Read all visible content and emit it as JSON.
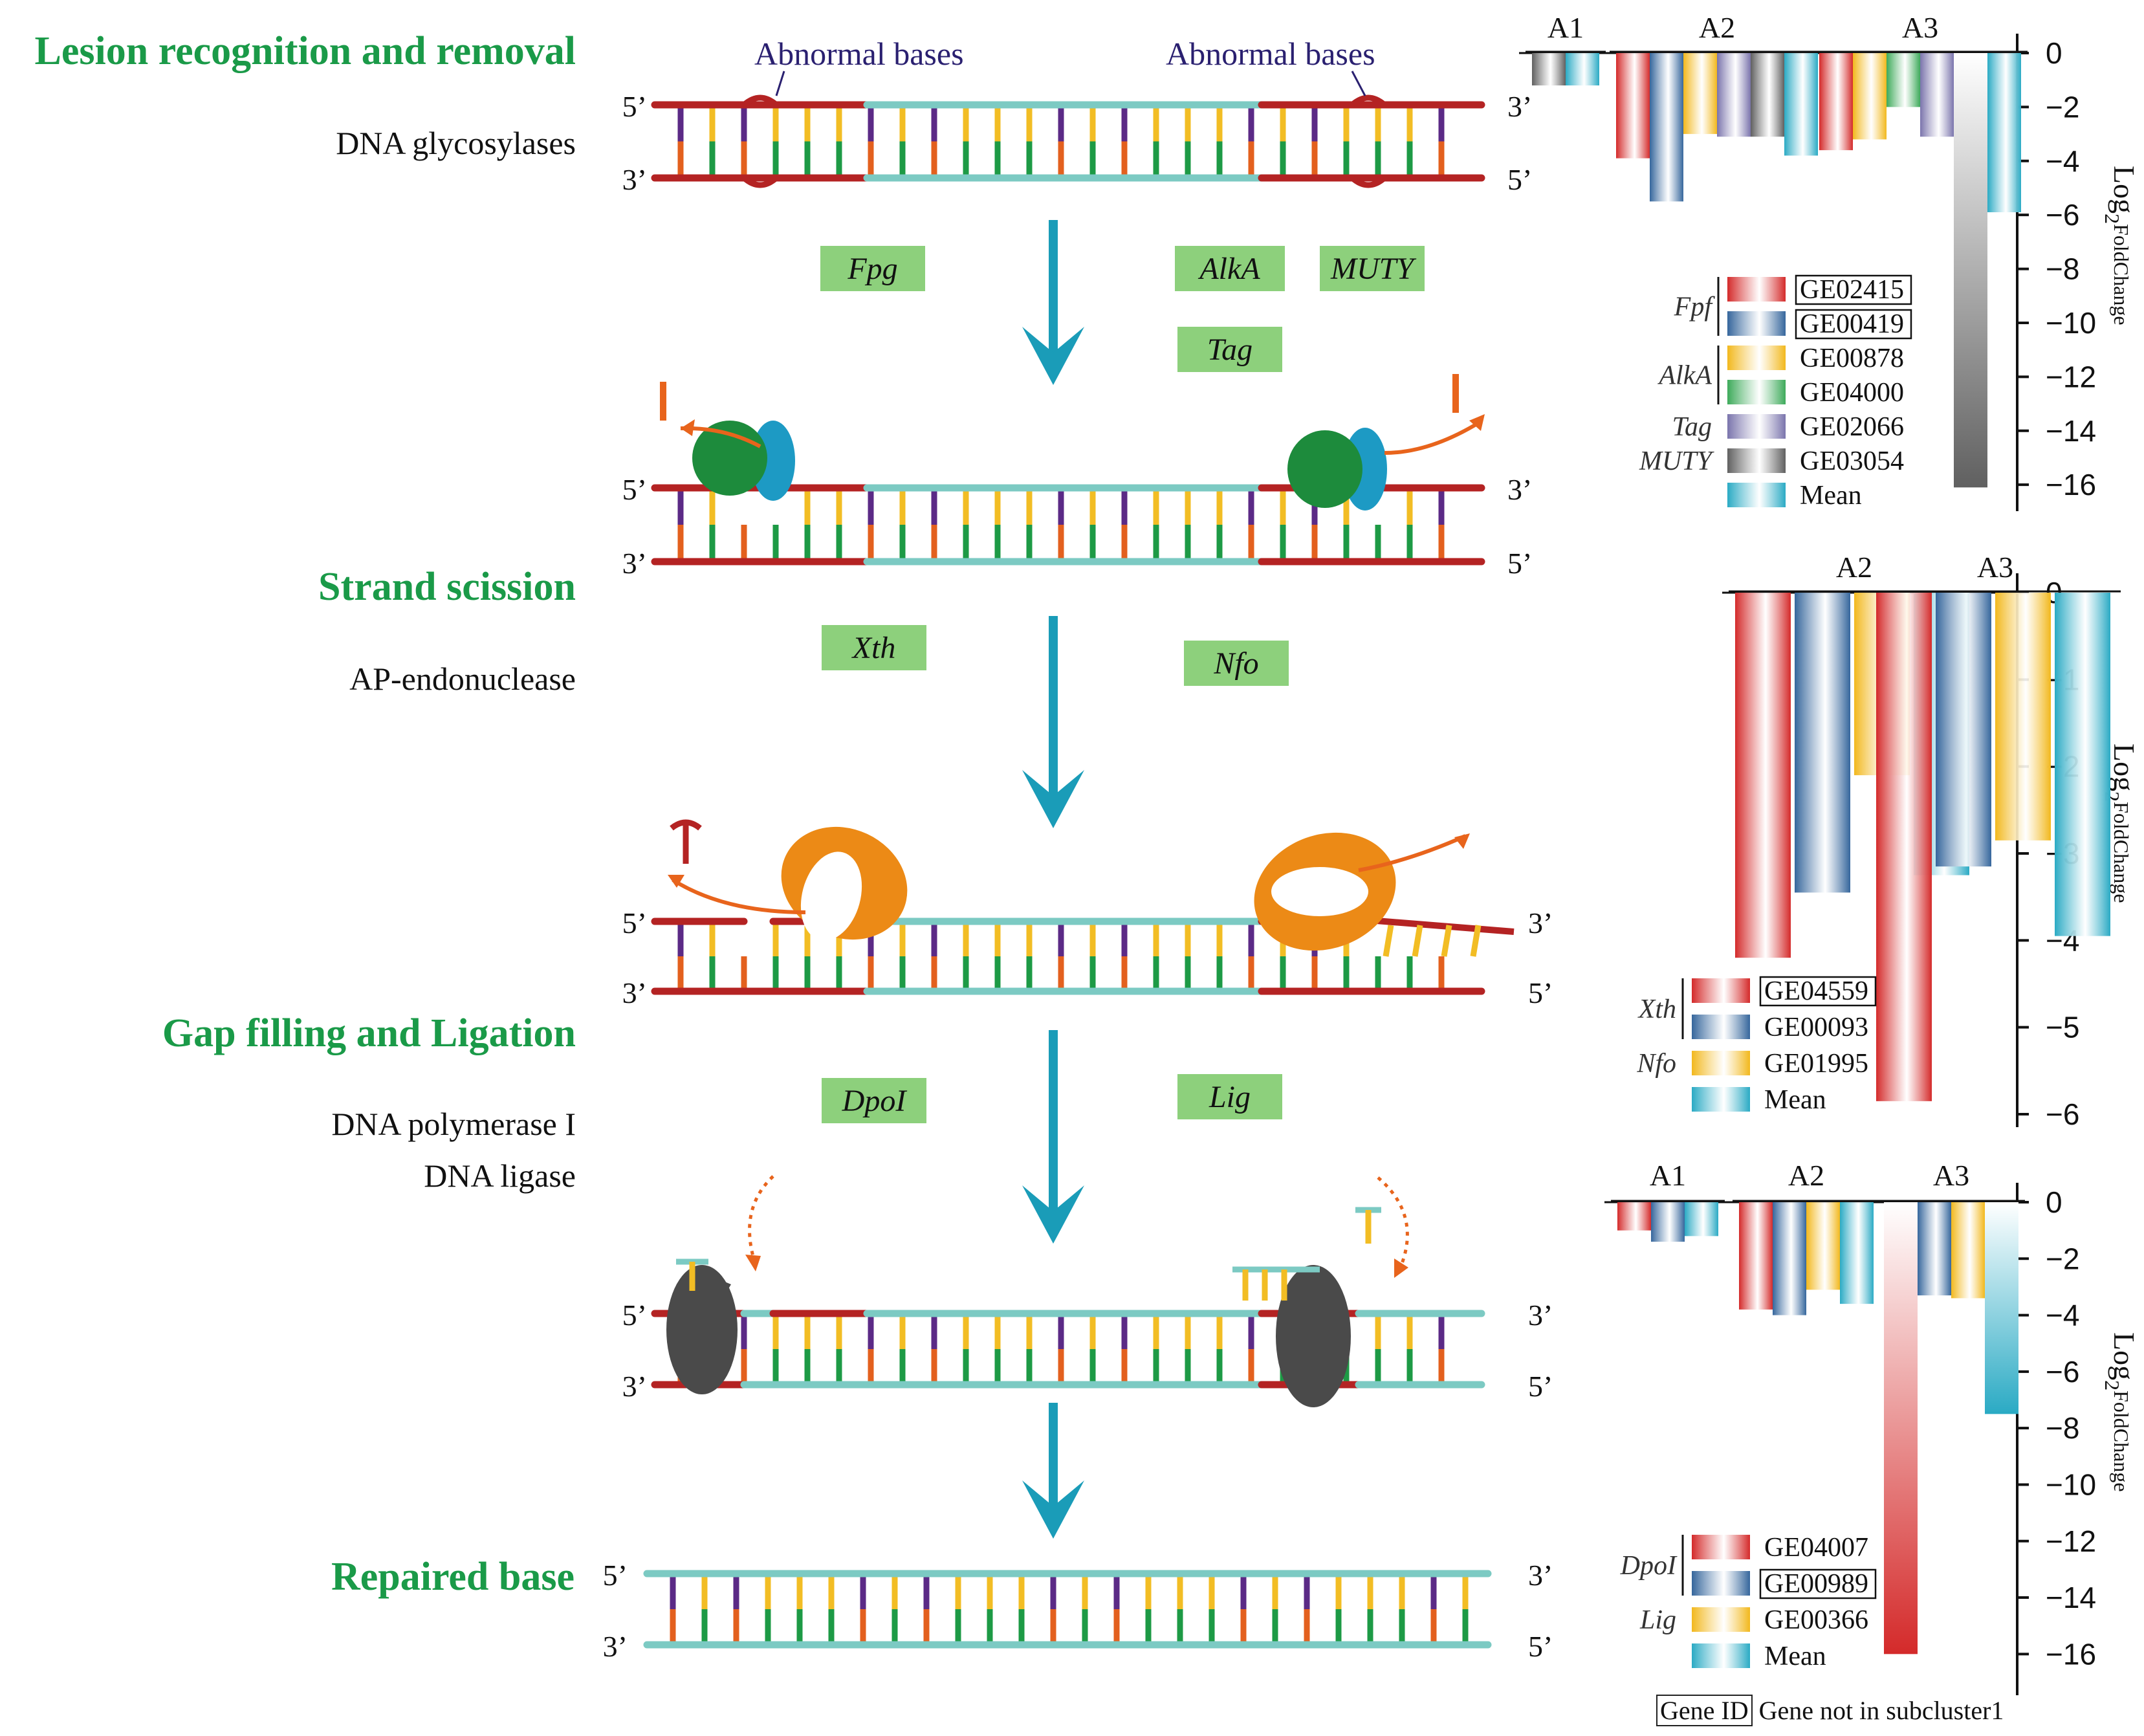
{
  "left_panel": {
    "steps": [
      {
        "title": "Lesion recognition and removal",
        "enzyme": "DNA glycosylases"
      },
      {
        "title": "Strand scission",
        "enzyme": "AP-endonuclease"
      },
      {
        "title": "Gap filling and Ligation",
        "enzyme_1": "DNA polymerase I",
        "enzyme_2": "DNA ligase"
      },
      {
        "title": "Repaired base"
      }
    ],
    "gene_boxes": [
      "Fpg",
      "AlkA",
      "MUTY",
      "Tag",
      "Xth",
      "Nfo",
      "DpoI",
      "Lig"
    ],
    "abnormal_label": "Abnormal bases",
    "ends": {
      "five": "5’",
      "three": "3’"
    }
  },
  "colors": {
    "green_title": "#1a9a48",
    "box_fill": "#8dd07c",
    "arrow": "#1a9cb8",
    "strand_red": "#b42323",
    "strand_teal": "#7ccac3",
    "base_purple": "#5b2a86",
    "base_orange": "#e3601e",
    "base_yellow": "#f2bd24",
    "base_green": "#1d9a45",
    "protein_green": "#1d8b3c",
    "protein_blue": "#1d9ac4",
    "protein_orange": "#ec8a16",
    "polymerase_gray": "#4a4a4a",
    "arrow_orange": "#e8641c"
  },
  "footnote": {
    "boxed_a": "Gene",
    "boxed_b": "ID",
    "text": "Gene not in subcluster1"
  },
  "chart_data": [
    {
      "type": "bar",
      "groups": [
        "A1",
        "A2",
        "A3"
      ],
      "ylabel_main": "Log",
      "ylabel_sub": "2",
      "ylabel_suffix": "FoldChange",
      "ylim": [
        -16.5,
        0
      ],
      "ticks": [
        0,
        -2,
        -4,
        -6,
        -8,
        -10,
        -12,
        -14,
        -16
      ],
      "legend_groups": [
        {
          "label": "Fpf",
          "rows": [
            0,
            1
          ]
        },
        {
          "label": "AlkA",
          "rows": [
            2,
            3
          ]
        },
        {
          "label": "Tag",
          "rows": [
            4
          ]
        },
        {
          "label": "MUTY",
          "rows": [
            5
          ]
        }
      ],
      "series": [
        {
          "name": "GE02415",
          "color": "#d42a2a",
          "boxed": true,
          "values": [
            null,
            -3.9,
            -3.6
          ]
        },
        {
          "name": "GE00419",
          "color": "#35669c",
          "boxed": true,
          "values": [
            null,
            -5.5,
            null
          ]
        },
        {
          "name": "GE00878",
          "color": "#f2b81d",
          "boxed": false,
          "values": [
            null,
            -3.0,
            -3.2
          ]
        },
        {
          "name": "GE04000",
          "color": "#3daa5a",
          "boxed": false,
          "values": [
            null,
            null,
            -2.0
          ]
        },
        {
          "name": "GE02066",
          "color": "#7a74ac",
          "boxed": false,
          "values": [
            null,
            -3.1,
            -3.1
          ]
        },
        {
          "name": "GE03054",
          "color": "#606060",
          "boxed": false,
          "values": [
            -1.2,
            -3.1,
            -16.1
          ]
        },
        {
          "name": "Mean",
          "color": "#2aaac4",
          "boxed": false,
          "values": [
            -1.2,
            -3.8,
            -5.9
          ]
        }
      ]
    },
    {
      "type": "bar",
      "groups": [
        "A2",
        "A3"
      ],
      "ylabel_main": "Log",
      "ylabel_sub": "2",
      "ylabel_suffix": "FoldChange",
      "ylim": [
        -6,
        0
      ],
      "ticks": [
        0,
        -1,
        -2,
        -3,
        -4,
        -5,
        -6
      ],
      "legend_groups": [
        {
          "label": "Xth",
          "rows": [
            0,
            1
          ]
        },
        {
          "label": "Nfo",
          "rows": [
            2
          ]
        }
      ],
      "series": [
        {
          "name": "GE04559",
          "color": "#d42a2a",
          "boxed": true,
          "values": [
            -4.2,
            -5.85
          ]
        },
        {
          "name": "GE00093",
          "color": "#35669c",
          "boxed": false,
          "values": [
            -3.45,
            -3.15
          ]
        },
        {
          "name": "GE01995",
          "color": "#f2b81d",
          "boxed": false,
          "values": [
            -2.1,
            -2.85
          ]
        },
        {
          "name": "Mean",
          "color": "#2aaac4",
          "boxed": false,
          "values": [
            -3.25,
            -3.95
          ]
        }
      ]
    },
    {
      "type": "bar",
      "groups": [
        "A1",
        "A2",
        "A3"
      ],
      "ylabel_main": "Log",
      "ylabel_sub": "2",
      "ylabel_suffix": "FoldChange",
      "ylim": [
        -17,
        0
      ],
      "ticks": [
        0,
        -2,
        -4,
        -6,
        -8,
        -10,
        -12,
        -14,
        -16
      ],
      "legend_groups": [
        {
          "label": "DpoI",
          "rows": [
            0,
            1
          ]
        },
        {
          "label": "Lig",
          "rows": [
            2
          ]
        }
      ],
      "series": [
        {
          "name": "GE04007",
          "color": "#d42a2a",
          "boxed": false,
          "values": [
            -1.0,
            -3.8,
            -16.0
          ]
        },
        {
          "name": "GE00989",
          "color": "#35669c",
          "boxed": true,
          "values": [
            -1.4,
            -4.0,
            -3.3
          ]
        },
        {
          "name": "GE00366",
          "color": "#f2b81d",
          "boxed": false,
          "values": [
            null,
            -3.1,
            -3.4
          ]
        },
        {
          "name": "Mean",
          "color": "#2aaac4",
          "boxed": false,
          "values": [
            -1.2,
            -3.6,
            -7.5
          ]
        }
      ]
    }
  ]
}
